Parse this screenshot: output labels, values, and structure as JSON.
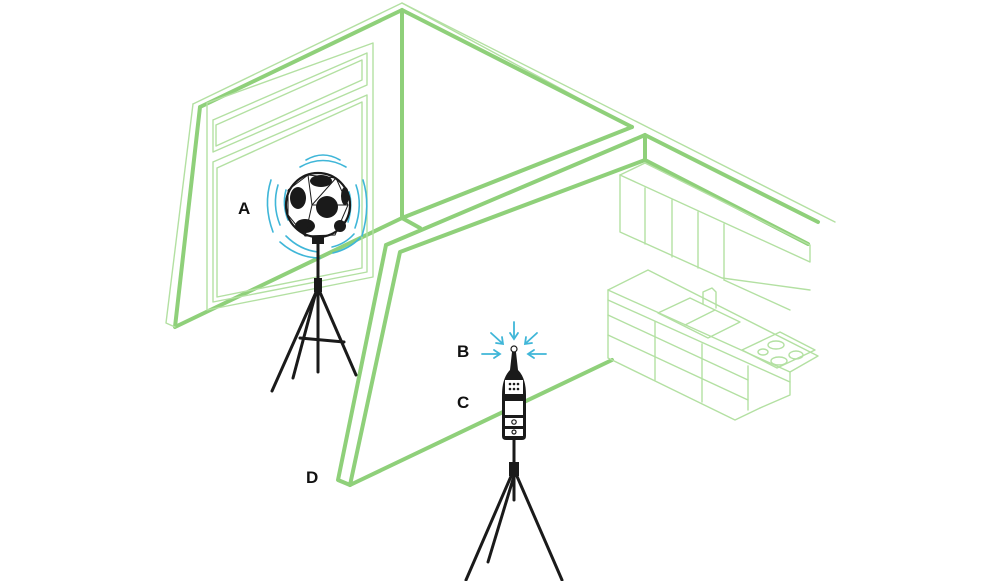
{
  "colors": {
    "wall": "#8fd07a",
    "wall_light": "#b3e0a2",
    "equipment": "#1a1a1a",
    "sound_wave": "#3fb6d8",
    "background": "#ffffff"
  },
  "labels": {
    "a": "A",
    "b": "B",
    "c": "C",
    "d": "D"
  }
}
